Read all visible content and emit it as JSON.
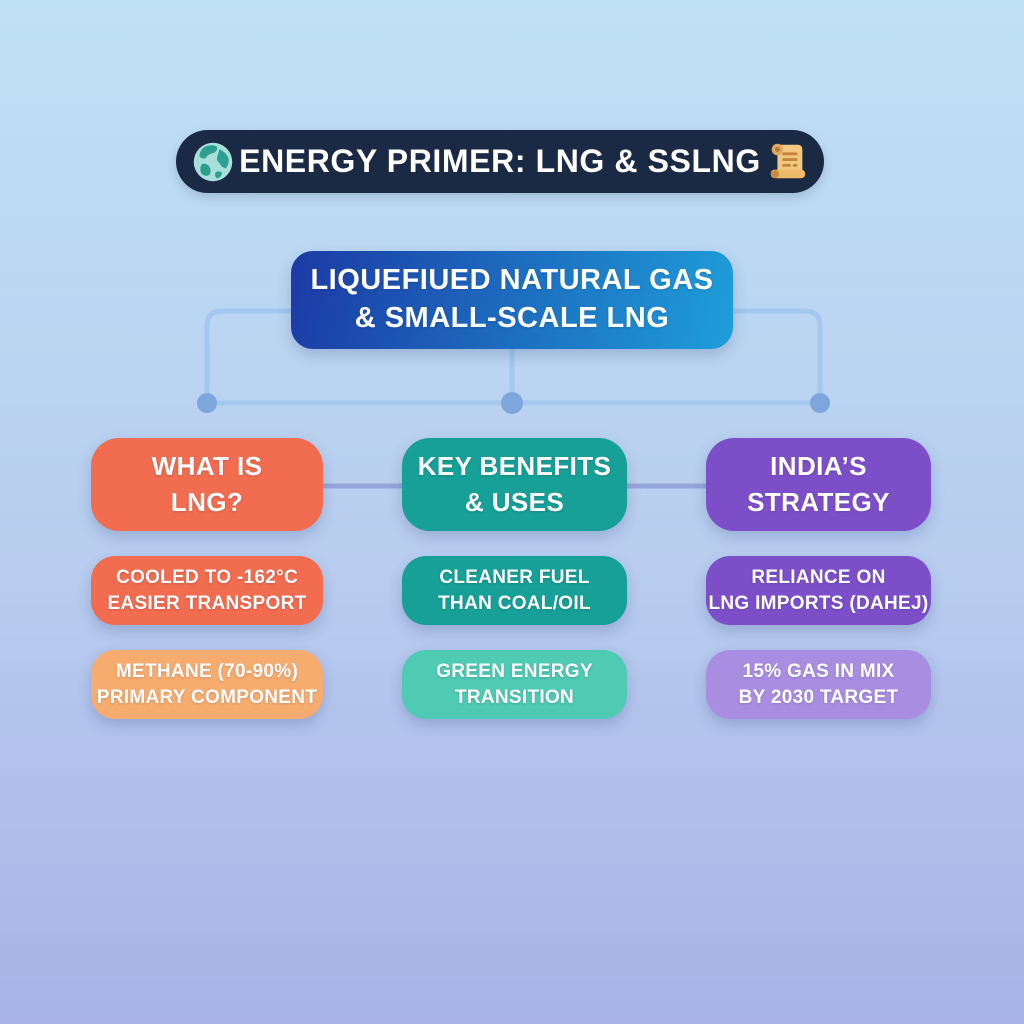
{
  "header": {
    "title": "ENERGY PRIMER: LNG & SSLNG",
    "left_icon": "globe-icon",
    "right_icon": "scroll-icon"
  },
  "root_node": {
    "title": "LIQUEFIUED NATURAL GAS\n& SMALL-SCALE LNG"
  },
  "columns": [
    {
      "header": "WHAT IS\nLNG?",
      "items": [
        "COOLED TO -162°C\nEASIER TRANSPORT",
        "METHANE (70-90%)\nPRIMARY COMPONENT"
      ]
    },
    {
      "header": "KEY BENEFITS\n& USES",
      "items": [
        "CLEANER FUEL\nTHAN COAL/OIL",
        "GREEN ENERGY\nTRANSITION"
      ]
    },
    {
      "header": "INDIA’S\nSTRATEGY",
      "items": [
        "RELIANCE ON\nLNG IMPORTS (DAHEJ)",
        "15% GAS IN MIX\nBY 2030 TARGET"
      ]
    }
  ],
  "colors": {
    "bg-top": "#BFE1F5",
    "bg-bottom": "#A8B2E7",
    "banner-navy": "#1B2A44",
    "node-blue-start": "#1C3AA5",
    "node-blue-end": "#1E9ED9",
    "orange": "#F26C4F",
    "orange-light": "#F7AC6F",
    "teal": "#16A097",
    "teal-light": "#4FCAB3",
    "purple": "#7C4FC9",
    "purple-light": "#A98DE0",
    "connector": "#A3C7ED",
    "connector-dot": "#7FA6DC",
    "cross-line": "#96A5D9"
  }
}
